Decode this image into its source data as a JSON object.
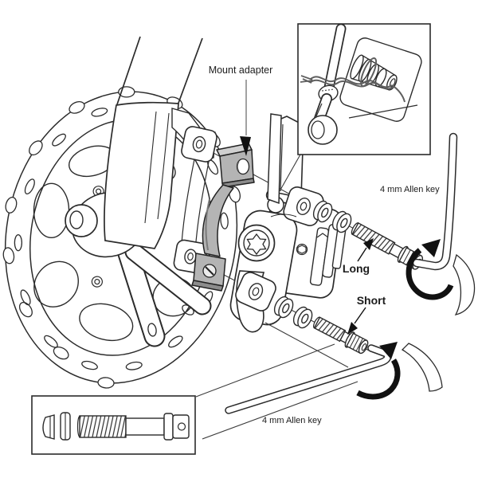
{
  "diagram": {
    "title": "Disc brake caliper and mount adapter installation (exploded view)",
    "labels": {
      "mount_adapter": "Mount adapter",
      "allen_key_right": "4 mm Allen key",
      "bolt_long": "Long",
      "bolt_short": "Short",
      "allen_key_bottom": "4 mm Allen key"
    },
    "colors": {
      "background": "#ffffff",
      "line": "#2b2b2b",
      "adapter_gray": "#b4b4b4",
      "adapter_gray_light": "#d0d0d0",
      "adapter_gray_dark": "#8c8c8c",
      "arrow_black": "#111111",
      "wire_gray": "#5f5f5f",
      "leader_gray": "#8a8a8a"
    },
    "parts": [
      {
        "name": "disc-rotor"
      },
      {
        "name": "fork-leg-near"
      },
      {
        "name": "fork-leg-far"
      },
      {
        "name": "hub-axle"
      },
      {
        "name": "mount-adapter"
      },
      {
        "name": "brake-caliper"
      },
      {
        "name": "hydraulic-hose"
      },
      {
        "name": "washers"
      },
      {
        "name": "long-mounting-bolt"
      },
      {
        "name": "short-mounting-bolt"
      },
      {
        "name": "allen-key-upper"
      },
      {
        "name": "allen-key-lower"
      },
      {
        "name": "rotation-arrows"
      },
      {
        "name": "hose-fitting-detail-inset"
      },
      {
        "name": "bolt-detail-inset"
      }
    ]
  }
}
